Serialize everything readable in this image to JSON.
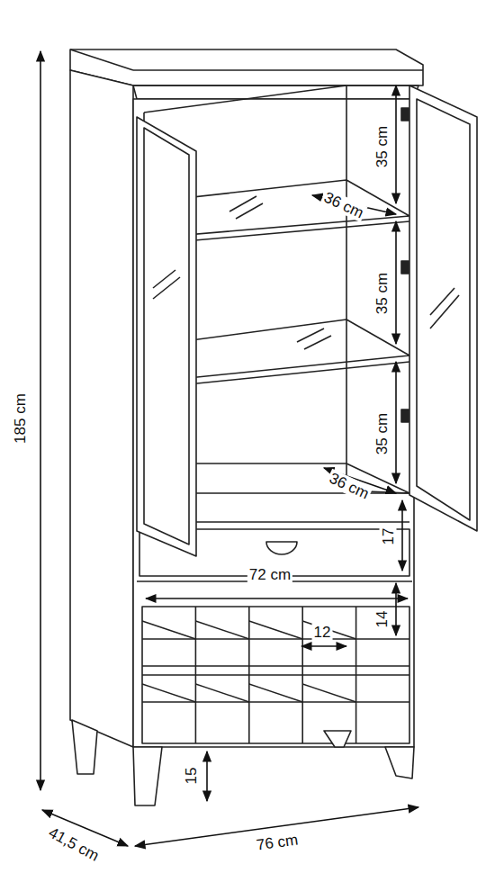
{
  "diagram": {
    "labels": [
      "35 cm",
      "36 cm",
      "35 cm",
      "35 cm",
      "36 cm",
      "17",
      "72 cm",
      "14",
      "12",
      "185 cm",
      "15",
      "41,5 cm",
      "76 cm"
    ]
  }
}
